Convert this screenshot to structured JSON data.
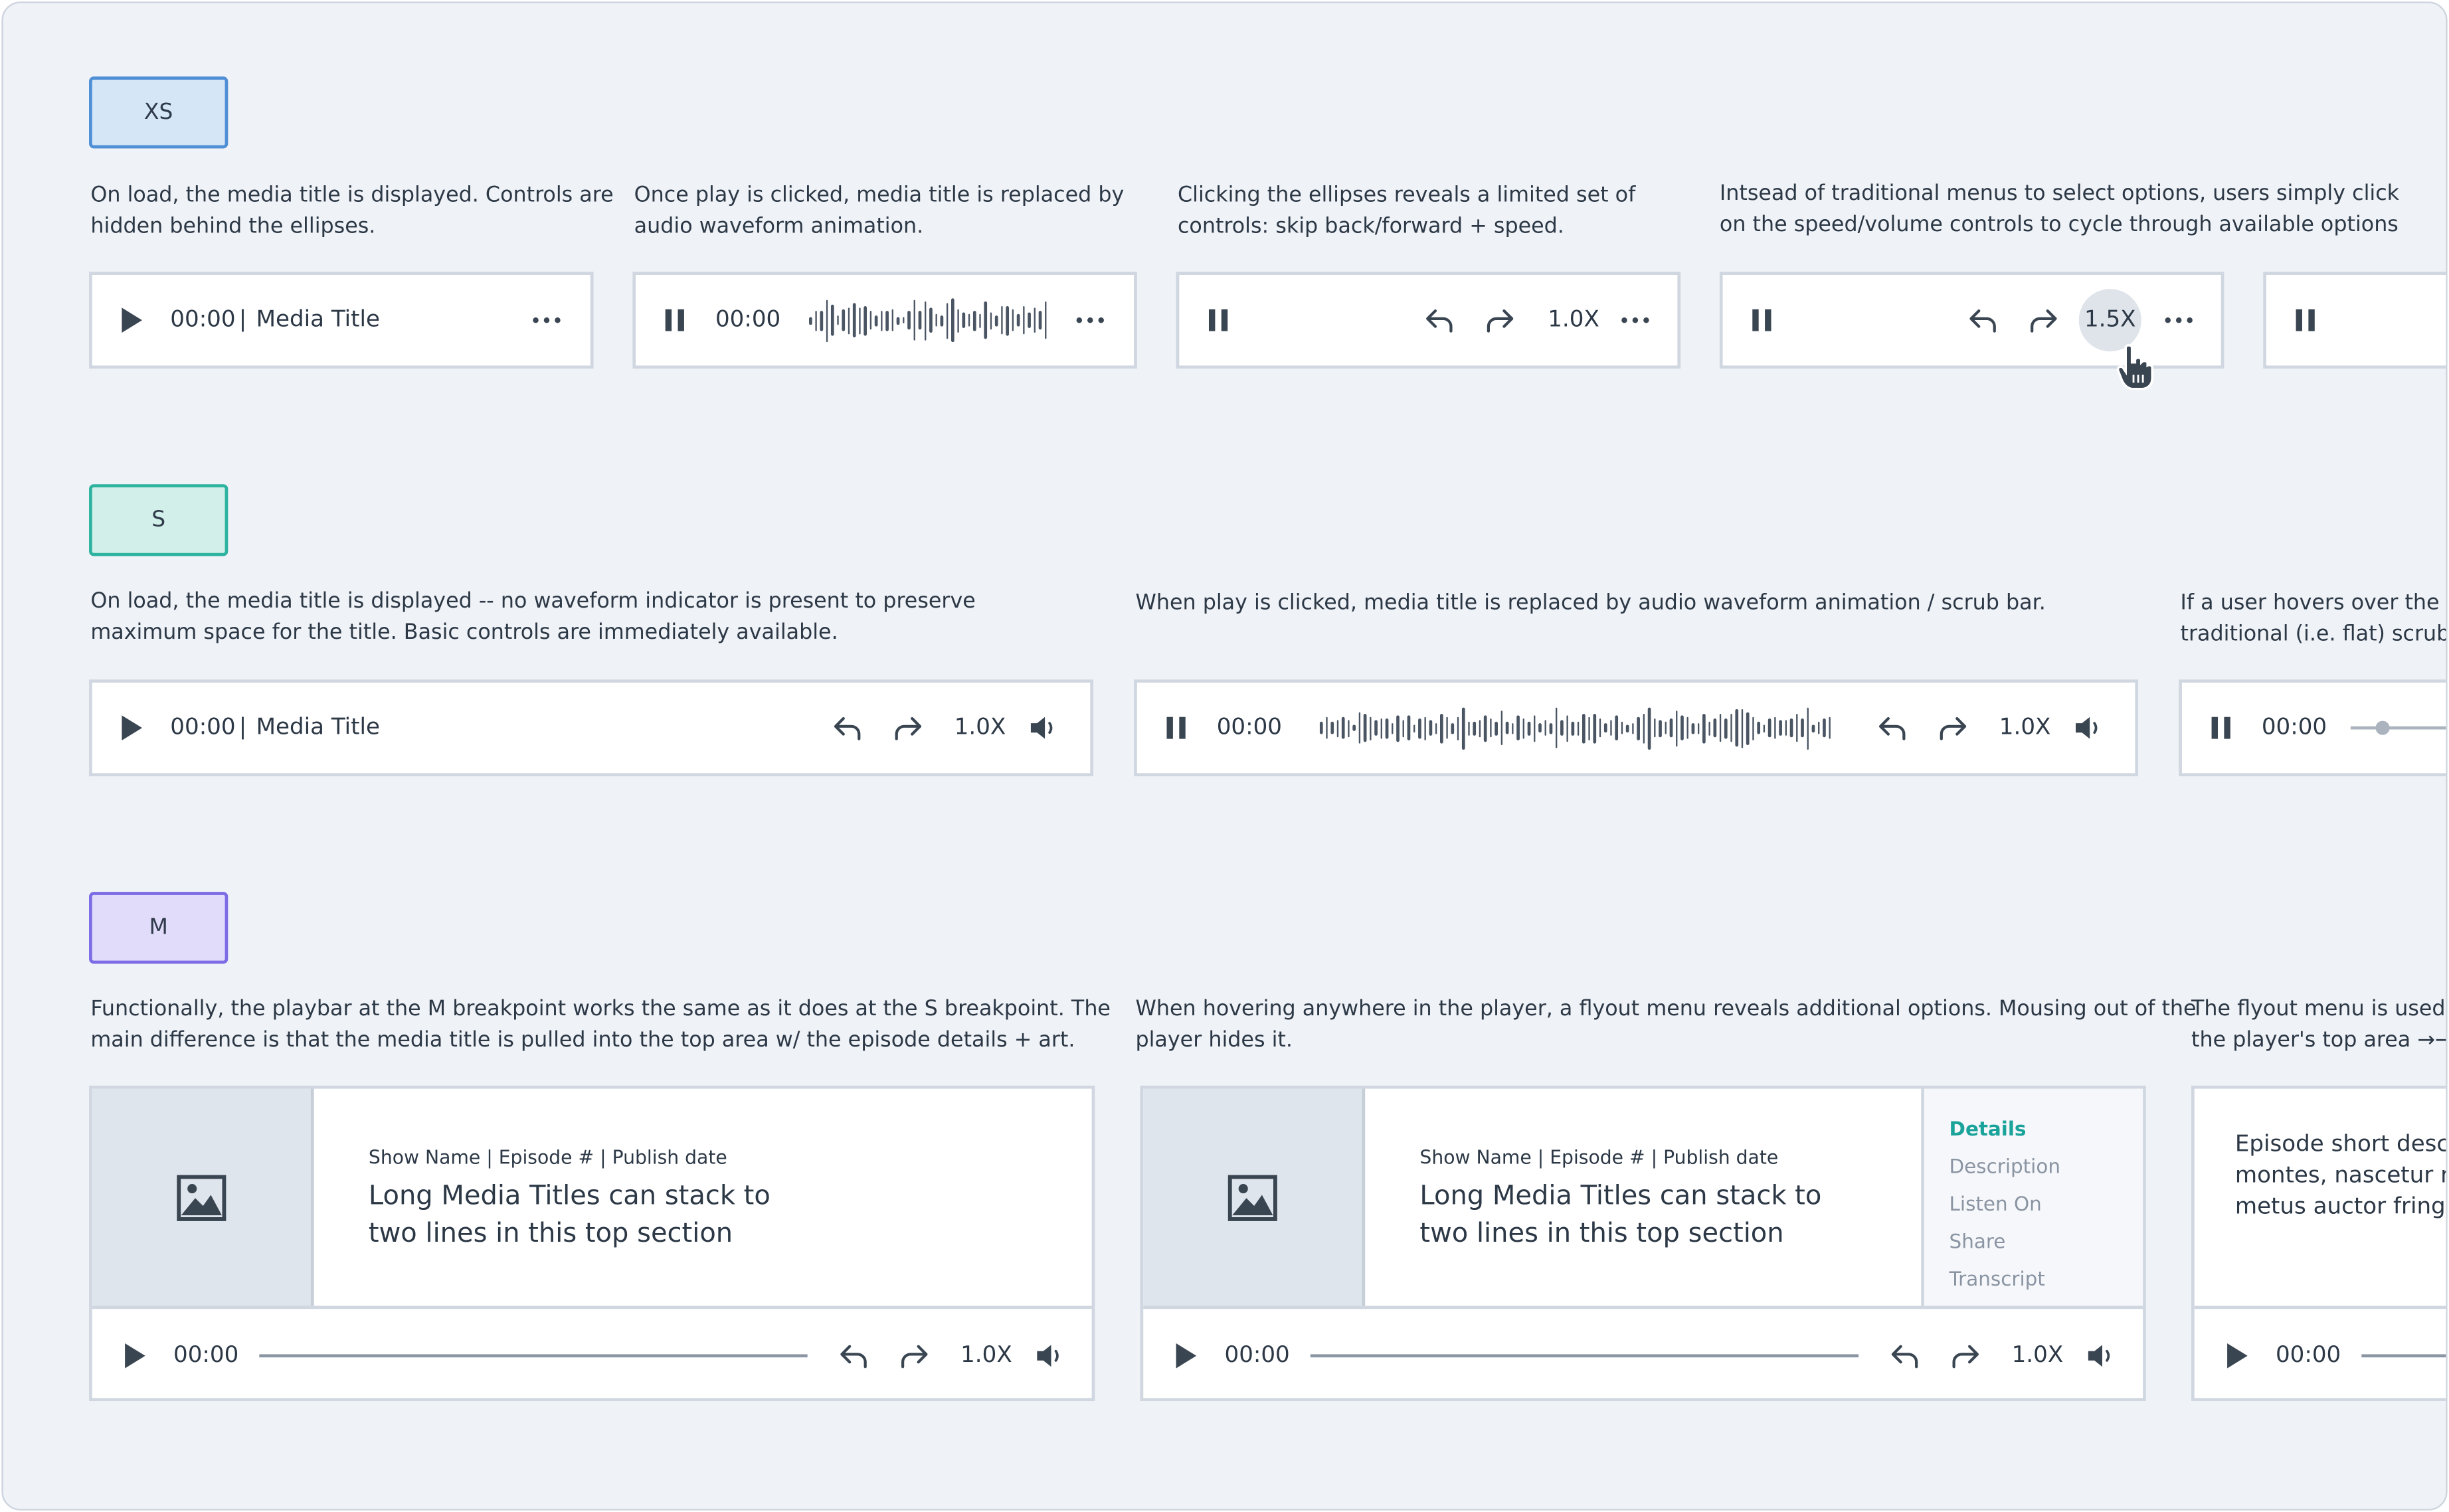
{
  "breakpoints": {
    "xs": {
      "label": "XS",
      "descriptions": [
        [
          "On load, the media title is displayed. Controls are",
          "hidden behind the ellipses."
        ],
        [
          "Once play is clicked, media title is replaced by",
          "audio waveform animation."
        ],
        [
          "Clicking the ellipses reveals a limited set of",
          "controls: skip back/forward + speed."
        ],
        [
          "Intsead of traditional menus to select options, users simply click",
          "on the speed/volume controls to cycle through available options"
        ]
      ],
      "player1": {
        "time": "00:00",
        "separator": "|",
        "title": "Media Title"
      },
      "player2": {
        "time": "00:00"
      },
      "player3": {
        "speed": "1.0X"
      },
      "player4": {
        "speed": "1.5X"
      }
    },
    "s": {
      "label": "S",
      "descriptions": [
        [
          "On load, the media title is displayed -- no waveform indicator is present to preserve",
          "maximum space for the title. Basic controls are immediately available."
        ],
        [
          "When play is clicked, media title is replaced by audio waveform animation / scrub bar."
        ],
        [
          "If a user hovers over the au",
          "traditional (i.e. flat) scrub b"
        ]
      ],
      "player1": {
        "time": "00:00",
        "separator": "|",
        "title": "Media Title",
        "speed": "1.0X"
      },
      "player2": {
        "time": "00:00",
        "speed": "1.0X"
      },
      "player3": {
        "time": "00:00"
      }
    },
    "m": {
      "label": "M",
      "descriptions": [
        [
          "Functionally, the playbar at the M breakpoint works the same as it does at the S breakpoint. The",
          "main difference is that the media title is pulled into the top area w/ the episode details + art."
        ],
        [
          "When hovering anywhere in the player, a flyout menu reveals additional options. Mousing out of the",
          "player hides it."
        ],
        [
          "The flyout menu is used to",
          "the player's top area →→"
        ]
      ],
      "player1": {
        "meta": "Show Name | Episode # | Publish date",
        "title_lines": [
          "Long Media Titles can stack to",
          "two lines in this top section"
        ],
        "time": "00:00",
        "speed": "1.0X"
      },
      "player2": {
        "meta": "Show Name | Episode # | Publish date",
        "title_lines": [
          "Long Media Titles can stack to",
          "two lines in this top section"
        ],
        "time": "00:00",
        "speed": "1.0X",
        "flyout": [
          "Details",
          "Description",
          "Listen On",
          "Share",
          "Transcript"
        ]
      },
      "player3": {
        "episode_lines": [
          "Episode short descrip",
          "montes, nascetur ridi",
          "metus auctor fringilla"
        ],
        "time": "00:00"
      }
    }
  },
  "colors": {
    "background": "#eff2f6",
    "xs_accent": "#4f8fd6",
    "s_accent": "#2db39f",
    "m_accent": "#7c6ce6",
    "flyout_active": "#1aa39a"
  }
}
